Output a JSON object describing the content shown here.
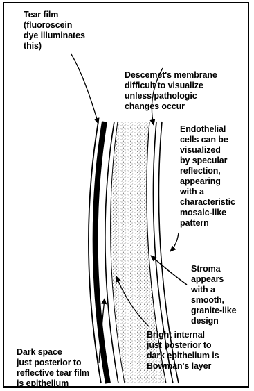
{
  "labels": {
    "tear_film": "Tear film\n(fluoroscein\ndye illuminates\nthis)",
    "descemet": "Descemet's membrane\ndifficult to visualize\nunless pathologic\nchanges occur",
    "endothelial": "Endothelial\ncells can be\nvisualized\nby specular\nreflection,\nappearing\nwith a\ncharacteristic\nmosaic-like\npattern",
    "stroma": "Stroma\nappears\nwith a\nsmooth,\ngranite-like\ndesign",
    "bright_internal": "Bright internal\njust posterior to\ndark epithelium is\nBowman's layer",
    "dark_space": "Dark space\njust posterior to\nreflective tear film\nis epithelium"
  },
  "colors": {
    "ink": "#000000",
    "paper": "#ffffff",
    "stroma_dots": "#4a4a4a"
  }
}
